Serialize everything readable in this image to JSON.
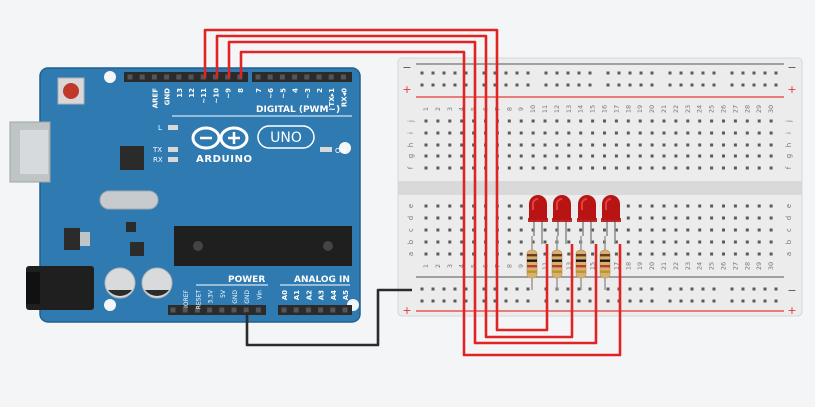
{
  "arduino": {
    "brand": "ARDUINO",
    "model": "UNO",
    "digital_label": "DIGITAL (PWM~)",
    "power_label": "POWER",
    "analog_label": "ANALOG IN",
    "led_labels": {
      "l": "L",
      "tx": "TX",
      "rx": "RX",
      "on": "ON"
    },
    "top_pins": [
      "AREF",
      "GND",
      "13",
      "12",
      "~11",
      "~10",
      "~9",
      "8",
      "7",
      "~6",
      "~5",
      "4",
      "~3",
      "2",
      "TX▸1",
      "RX◂0"
    ],
    "power_pins": [
      "IOREF",
      "RESET",
      "3.3V",
      "5V",
      "GND",
      "GND",
      "Vin"
    ],
    "analog_pins": [
      "A0",
      "A1",
      "A2",
      "A3",
      "A4",
      "A5"
    ],
    "colors": {
      "board": "#2e7ab1",
      "board_edge": "#22608f",
      "header": "#2b2b2b",
      "silk": "#ffffff",
      "reset": "#c0392b"
    }
  },
  "breadboard": {
    "column_numbers": [
      "1",
      "2",
      "3",
      "4",
      "5",
      "6",
      "7",
      "8",
      "9",
      "10",
      "11",
      "12",
      "13",
      "14",
      "15",
      "16",
      "17",
      "18",
      "19",
      "20",
      "21",
      "22",
      "23",
      "24",
      "25",
      "26",
      "27",
      "28",
      "29",
      "30"
    ],
    "top_row_letters": [
      "j",
      "i",
      "h",
      "g",
      "f"
    ],
    "bottom_row_letters": [
      "e",
      "d",
      "c",
      "b",
      "a"
    ],
    "rail_minus": "−",
    "rail_plus": "+",
    "colors": {
      "body": "#ececec",
      "hole": "#5a5a5a",
      "red_line": "#e53935",
      "text": "#777777"
    }
  },
  "circuit": {
    "leds": [
      {
        "color": "#b81414",
        "highlight": "#e04040"
      },
      {
        "color": "#b81414",
        "highlight": "#e04040"
      },
      {
        "color": "#b81414",
        "highlight": "#e04040"
      },
      {
        "color": "#b81414",
        "highlight": "#e04040"
      }
    ],
    "resistors": [
      {},
      {},
      {},
      {}
    ],
    "wire_colors": {
      "signal": "#e02424",
      "ground": "#2b2b2b"
    }
  }
}
